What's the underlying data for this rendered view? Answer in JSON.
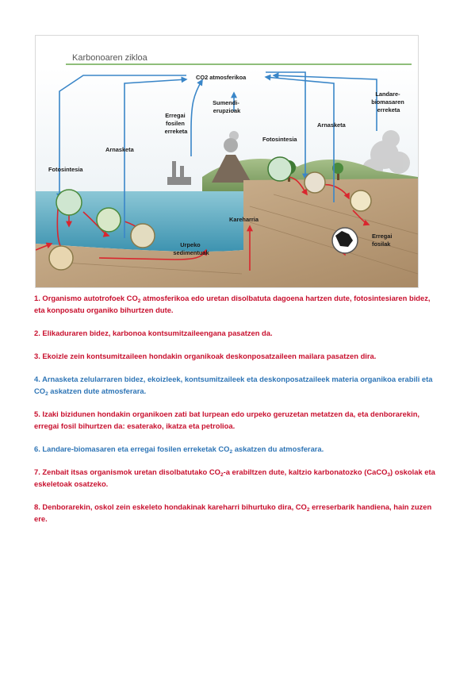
{
  "diagram": {
    "title": "Karbonoaren zikloa",
    "labels": {
      "co2_atmosferikoa": "CO2 atmosferikoa",
      "fotosintesia_left": "Fotosintesia",
      "arnasketa_left": "Arnasketa",
      "erregai_erreketa": [
        "Erregai",
        "fosilen",
        "erreketa"
      ],
      "sumendi": [
        "Sumendi-",
        "erupzioak"
      ],
      "fotosintesia_right": "Fotosintesia",
      "arnasketa_right": "Arnasketa",
      "landare_biomasa": [
        "Landare-",
        "biomasaren",
        "erreketa"
      ],
      "kareharria": "Kareharria",
      "urpeko": [
        "Urpeko",
        "sedimentuak"
      ],
      "erregai_fosilak": [
        "Erregai",
        "fosilak"
      ]
    },
    "colors": {
      "red_arrow": "#d9262e",
      "blue_arrow": "#3a86c8",
      "title_rule": "#6aa84f"
    }
  },
  "items": [
    {
      "color": "red",
      "parts": [
        {
          "t": "1. Organismo autotrofoek CO"
        },
        {
          "t": "2",
          "sub": true
        },
        {
          "t": " atmosferikoa edo uretan disolbatuta dagoena hartzen dute, fotosintesiaren bidez, eta konposatu organiko bihurtzen dute."
        }
      ]
    },
    {
      "color": "red",
      "parts": [
        {
          "t": "2. Elikaduraren bidez, karbonoa kontsumitzaileengana pasatzen da."
        }
      ]
    },
    {
      "color": "red",
      "parts": [
        {
          "t": "3. Ekoizle zein kontsumitzaileen hondakin organikoak deskonposatzaileen mailara pasatzen dira."
        }
      ]
    },
    {
      "color": "blue",
      "parts": [
        {
          "t": "4. Arnasketa zelularraren bidez, ekoizleek, kontsumitzaileek eta deskonposatzaileek materia organikoa erabili eta CO"
        },
        {
          "t": "2",
          "sub": true
        },
        {
          "t": " askatzen dute atmosferara."
        }
      ]
    },
    {
      "color": "red",
      "parts": [
        {
          "t": "5. Izaki bizidunen hondakin organikoen zati bat lurpean edo urpeko geruzetan metatzen da, eta denborarekin, erregai fosil bihurtzen da: esaterako, ikatza eta petrolioa."
        }
      ]
    },
    {
      "color": "blue",
      "parts": [
        {
          "t": "6. Landare-biomasaren eta erregai fosilen erreketak CO"
        },
        {
          "t": "2",
          "sub": true
        },
        {
          "t": " askatzen du atmosferara."
        }
      ]
    },
    {
      "color": "red",
      "parts": [
        {
          "t": "7. Zenbait itsas organismok uretan disolbatutako CO"
        },
        {
          "t": "2",
          "sub": true
        },
        {
          "t": "-a erabiltzen dute, kaltzio karbonatozko (CaCO"
        },
        {
          "t": "3",
          "sub": true
        },
        {
          "t": ") oskolak eta eskeletoak osatzeko."
        }
      ]
    },
    {
      "color": "red",
      "parts": [
        {
          "t": "8. Denborarekin, oskol zein eskeleto hondakinak kareharri bihurtuko dira, CO"
        },
        {
          "t": "2",
          "sub": true
        },
        {
          "t": " erreserbarik handiena, hain zuzen ere."
        }
      ]
    }
  ]
}
